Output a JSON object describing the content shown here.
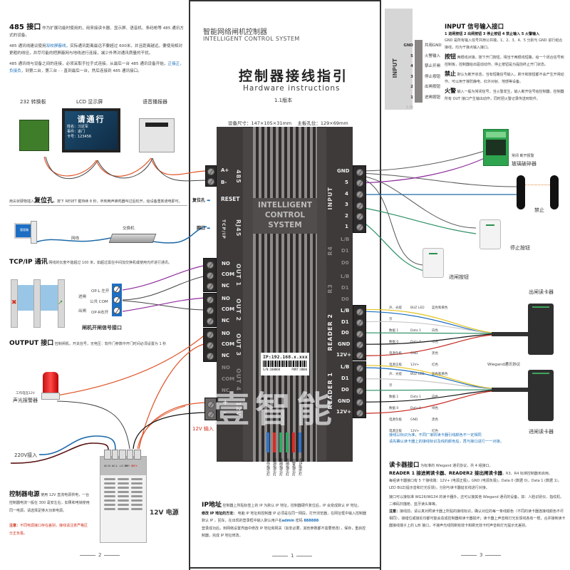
{
  "left_page": {
    "rs485": {
      "title": "485 接口",
      "intro": "作为扩展功能时使用的，用来接读卡器、显示屏、语音机、条码枪等 485 通讯方式的设备。",
      "p1_a": "485 通讯线建议使用",
      "p1_link": "双绞屏蔽线",
      "p1_b": "，实际通讯距离最远不要超过 600米，并且距离越远，要使用相对更粗的线径，并尽可能的把屏蔽网与地线进行连接，减少外界对通讯质量的干扰。",
      "p2_a": "485 通讯线与设备之间的连接，必须采取手拉手式连接。从最后一台 485 通讯设备开始，",
      "p2_link": "正接正，负接负",
      "p2_b": "，到第二台，第三台 - - 直到最后一台，然后连接到 485 通讯接口。"
    },
    "devices": {
      "converter": "232 转换板",
      "lcd": "LCD 显示屏",
      "lcd_screen_title": "请通行",
      "lcd_lines": [
        "姓名：习近军",
        "事件：进门",
        "卡号：123456"
      ],
      "voice": "语音播报器"
    },
    "reset_note_a": "用尖状硬物插入",
    "reset_note_title": "复位孔",
    "reset_note_b": "，按下 RESET 键持续 8 秒，听到两声蜂鸣器叫过后松开，给设备重新通电即可。",
    "network": {
      "pc_label": "管理端",
      "cable_label": "网线",
      "switch_label": "交换机"
    },
    "tcpip": {
      "title": "TCP/IP 通讯",
      "text": "网线的长度不能超过 100 米，如超过需在中间加交换机或使用光纤进行通讯。"
    },
    "gate": {
      "in_label": "进闸",
      "out_label": "出闸",
      "op_l": "OP-L 左开",
      "com": "公共 COM",
      "op_r": "OP-R右开",
      "caption": "闸机开闸信号接口"
    },
    "output": {
      "title": "OUTPUT 接口",
      "text": "控制闸机，开关信号，无电压：软件门参数中开门时间必须设置为 1 秒"
    },
    "alarm": {
      "voltage": "工作电压12V",
      "name": "声光报警器"
    },
    "ac_in": "220V接入",
    "psu": {
      "terminals": [
        "AC-N",
        "AC-L",
        "⊥G",
        "DC-",
        "DC+"
      ],
      "label": "12V 电源"
    },
    "power": {
      "title": "控制器电源",
      "text": "使用 12V 直流电源供电，一台控制器电流一般在 300 毫安左右，如果和电锁使用同一电源，请选择足够大功率电源。",
      "note_label": "注意：",
      "note": "不同电源接口存在差别，接线请注意严格区分正负极。"
    },
    "page_number": "2"
  },
  "center_page": {
    "brand_cn": "智能网络闸机控制器",
    "brand_en": "INTELLIGENT CONTROL SYSTEM",
    "title_cn": "控制器接线指引",
    "title_en": "Hardware instructions",
    "version": "1.1版本",
    "specs": "设备尺寸：147×105×31mm    主板孔位：129×69mm",
    "controller": {
      "logo_lines": [
        "INTELLIGENT",
        "CONTROL",
        "SYSTEM"
      ],
      "rs485_pins": [
        "A+",
        "B-"
      ],
      "rs485_label": "485",
      "reset_label": "RESET",
      "reset_arrow": "复位孔",
      "rj45_label": "RJ45",
      "tcp_label": "TCP/IP",
      "net_arrow": "网口",
      "out_groups": [
        {
          "name": "OUT 1",
          "pins": [
            "NO",
            "COM",
            "NC"
          ]
        },
        {
          "name": "OUT 2",
          "pins": [
            "NO",
            "COM",
            "NC"
          ]
        },
        {
          "name": "OUT 3",
          "pins": [
            "NO",
            "COM",
            "NC"
          ]
        },
        {
          "name": "OUT 4",
          "pins": [
            "NO",
            "COM",
            "NC"
          ]
        }
      ],
      "power_pins": [
        "+",
        "-"
      ],
      "power_label": "12V",
      "power_caption": "12V 输入",
      "input_label": "INPUT",
      "input_pins": [
        "GND",
        "5",
        "4",
        "3",
        "2",
        "1"
      ],
      "r4_label": "R4",
      "r4_pins": [
        "L/B",
        "D1",
        "D0"
      ],
      "r3_label": "R3",
      "r3_pins": [
        "L/B",
        "D1",
        "D0"
      ],
      "reader2_label": "READER 2",
      "reader1_label": "READER 1",
      "reader_pins": [
        "L/B",
        "D1",
        "D0",
        "GND",
        "12V+"
      ],
      "ip_label": "IP:192.168.x.xxx",
      "sn": "S/N:100068",
      "port": "PORT:8000",
      "leds": [
        {
          "label": "工作指示灯",
          "color": "#2f73c9"
        },
        {
          "label": "电源指示灯",
          "color": "#d92b22"
        },
        {
          "label": "进闸指示灯",
          "color": "#2fa862"
        },
        {
          "label": "出闸指示灯",
          "color": "#2fa862"
        },
        {
          "label": "火警指示灯",
          "color": "#d92b22"
        },
        {
          "label": "485指示灯",
          "color": "#2f73c9"
        }
      ]
    },
    "watermark": "壹智能",
    "ip": {
      "title": "IP地址",
      "intro": "控制器上所贴标签上的 IP 为默认 IP 地址，控制器硬件复位后，IP 会变成默认 IP 地址。",
      "method_label": "修改 IP 地址的方法：",
      "method": "电脑 IP 地址和控制器 IP 必须是在同一网段，打开浏览器，在网址框中输入控制器默认 IP ，回车，在出现的登录框中输入默认用户名",
      "user": "admin",
      "pwd_label": "密码",
      "pwd": "888888",
      "after": "登录成功后，到网络设置界面中修改 IP 地址和网关（如非必要，其他参数都不需要修改），保存，重启控制器，完成 IP 地址修改。"
    },
    "page_number": "1"
  },
  "right_page": {
    "input_diagram": {
      "label": "INPUT",
      "pins": [
        "GND",
        "5",
        "4",
        "3",
        "2",
        "1",
        "L/B"
      ],
      "names": [
        "共用GND",
        "火警输入",
        "禁止开闸",
        "停止按钮",
        "出闸按钮",
        "进闸按钮"
      ]
    },
    "input": {
      "title": "INPUT 信号输入接口",
      "list": "1 进闸按钮   2 出闸按钮   3 停止按钮   4 禁止输入   5 火警输入",
      "gnd": "GND 是所有输入信号共用公共端，1、2、3、4、5 分别与 GND 进行组合接线，均为干接点输入接口。",
      "btn_title": "按钮",
      "btn": "两根线对接，按下开门按钮，相当于两根线短路，给一个闭合信号到控制板，控制器给出驱动动作。停止按钮是为提前终止开门状态。",
      "ban_title": "禁止",
      "ban": "默认为断开状态，当有短路信号输入，刷卡和按钮都不会产生开闸动作。可以用于接防静电、红外对射、地感等设备。",
      "fire_title": "火警",
      "fire": "输入一般为常闭信号，当火警发生，输入断开信号给控制器，控制器所有 OUT 接口产生输出动作，同时把火警记录传送到软件。"
    },
    "glass": {
      "sub": "常闭  断开报警",
      "name": "玻璃破碎器"
    },
    "beam_label": "禁止",
    "stop_button": "停止按钮",
    "enter_button": "进闸按钮",
    "exit_reader": "出闸读卡器",
    "enter_reader": "进闸读卡器",
    "wiegand": "Wiegand通讯协议",
    "wires": [
      {
        "cn": "声、光提示",
        "en": "BUZ LED",
        "color_name": "蓝色和黄色",
        "color": "#1f6fbf",
        "color2": "#e3c21a"
      },
      {
        "cn": "数据 1",
        "en": "Data 1",
        "color_name": "白色",
        "color": "#c8c8c8"
      },
      {
        "cn": "数据 0",
        "en": "Data 0",
        "color_name": "绿色",
        "color": "#2a8f63"
      },
      {
        "cn": "电源负极",
        "en": "GND",
        "color_name": "黑色",
        "color": "#111111"
      },
      {
        "cn": "电源正极",
        "en": "12V+",
        "color_name": "红色",
        "color": "#c3261e"
      }
    ],
    "wire_note": "接线以标识为准，不同厂家的读卡器引线颜色不一定相同\n请先确认读卡器上的接线标识及线的颜色后，再与接口进行一一对接。",
    "reader": {
      "title": "读卡器接口",
      "intro": "为标准的 Wiegand 通讯协议，共 4 组接口。",
      "sub": "READER 1 接进闸读卡器、READER2 接出闸读卡器",
      "sub_tail": "，R3、R4 标准控制器未启用。",
      "p1": "每组读卡器接口有 5 个接线端：12V+ (电源正极)，GND (电源负极)，Data 0 (数据 0)，Data 1 (数据 1)，LED BUZ(提示音和灯光反馈)，分别与读卡器延长线进行对接。",
      "p2": "接口可以接标准 WG26/WG34 的读卡器外，还可以接其他 Wiegand 通讯的设备，如：人脸识别仪、指纹机、二维码扫描枪、蓝牙读头等等。",
      "note_label": "注意：",
      "note": "接线前，请认真对照读卡器上所贴的接线标识，确认对应的每一条线颜色（不同的读卡器连接线颜色不尽相同），接错位或接反均都可能会造成控制器和读卡器损坏；读卡器上声音和灯光反馈线各有一根，合并接到读卡器接线端子上的 L/B 接口，不接声光线则刷有效卡和刷无效卡时声音和灯光提示无差别。"
    },
    "page_number": "3"
  },
  "colors": {
    "accent_blue": "#1a6fb8",
    "alert_red": "#d0311e",
    "panel": "#4a4646",
    "wire_orange": "#e0552a",
    "wire_purple": "#8e2c9c",
    "wire_blue": "#1d6aa8",
    "wire_green": "#2a8f63"
  }
}
